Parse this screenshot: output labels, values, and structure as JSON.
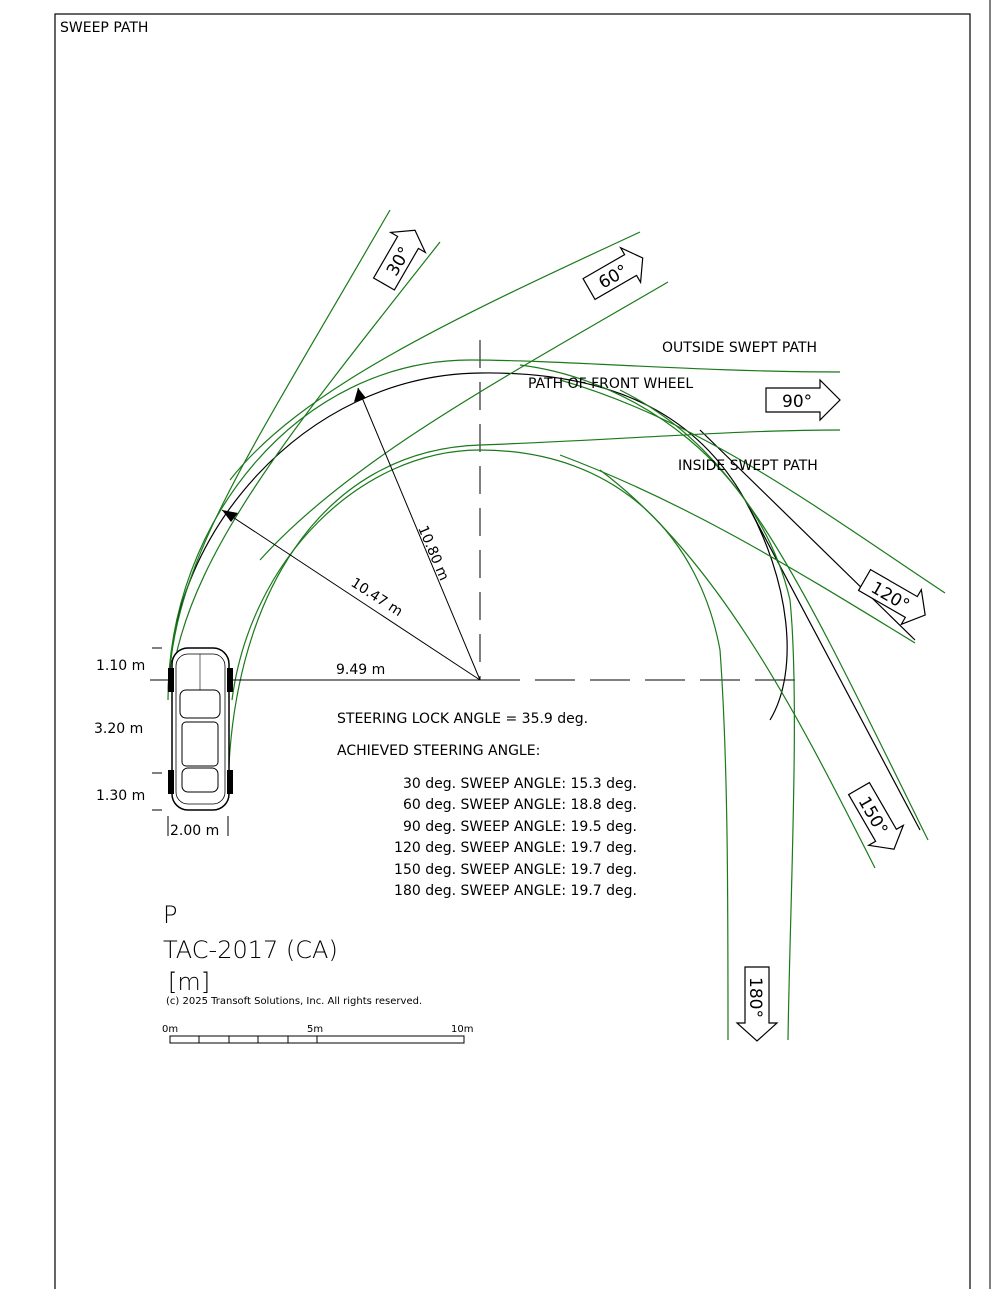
{
  "header": {
    "title": "SWEEP PATH"
  },
  "labels": {
    "outside_swept_path": "OUTSIDE SWEPT PATH",
    "path_of_front_wheel": "PATH OF FRONT WHEEL",
    "inside_swept_path": "INSIDE SWEPT PATH"
  },
  "dimensions": {
    "front_overhang": "1.10 m",
    "wheelbase": "3.20 m",
    "rear_overhang": "1.30 m",
    "width": "2.00 m",
    "radius_horizontal": "9.49 m",
    "radius_outer": "10.80 m",
    "radius_front": "10.47 m"
  },
  "angle_markers": [
    "30°",
    "60°",
    "90°",
    "120°",
    "150°",
    "180°"
  ],
  "steering": {
    "lock_angle": "STEERING LOCK ANGLE = 35.9 deg.",
    "achieved_heading": "ACHIEVED STEERING ANGLE:",
    "rows": [
      "30 deg. SWEEP ANGLE: 15.3 deg.",
      "60 deg. SWEEP ANGLE: 18.8 deg.",
      "90 deg. SWEEP ANGLE: 19.5 deg.",
      "120 deg. SWEEP ANGLE: 19.7 deg.",
      "150 deg. SWEEP ANGLE: 19.7 deg.",
      "180 deg. SWEEP ANGLE: 19.7 deg."
    ]
  },
  "vehicle": {
    "code": "P",
    "standard": "TAC-2017 (CA)",
    "units": "[m]",
    "copyright": "(c) 2025 Transoft Solutions, Inc. All rights reserved."
  },
  "scale_bar": {
    "labels": [
      "0m",
      "5m",
      "10m"
    ]
  },
  "colors": {
    "swept_path": "#1a7a1a",
    "wheel_path": "#000000",
    "border": "#000000"
  }
}
